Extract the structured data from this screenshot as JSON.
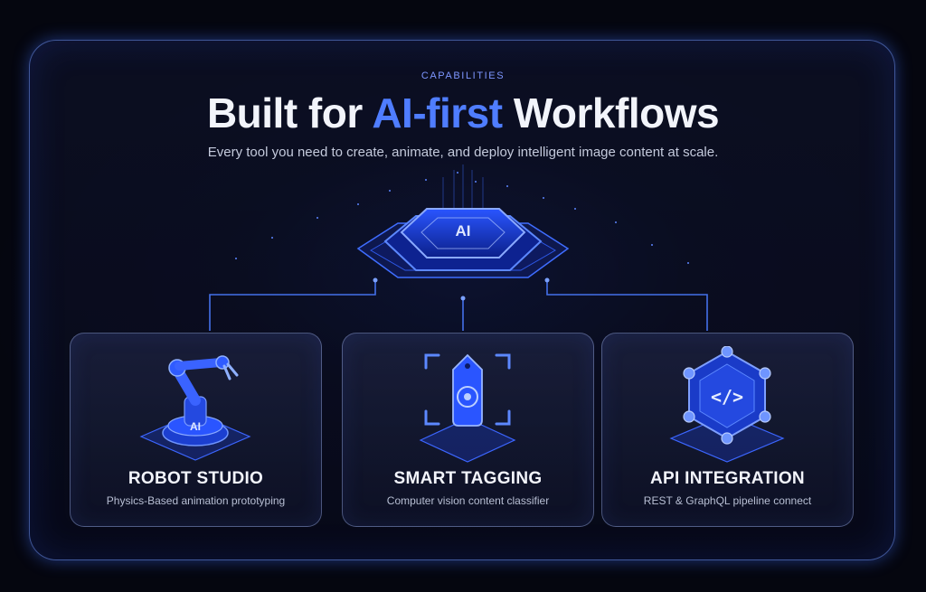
{
  "header": {
    "eyebrow": "CAPABILITIES",
    "title_prefix": "Built for ",
    "title_accent": "AI-first",
    "title_suffix": " Workflows",
    "subtitle": "Every tool you need to create, animate, and deploy intelligent image content at scale."
  },
  "hub": {
    "label": "AI"
  },
  "cards": [
    {
      "title": "ROBOT STUDIO",
      "description": "Physics-Based animation prototyping",
      "icon": "robot-arm-icon",
      "icon_label": "AI"
    },
    {
      "title": "SMART TAGGING",
      "description": "Computer vision content classifier",
      "icon": "tag-scan-icon"
    },
    {
      "title": "API INTEGRATION",
      "description": "REST & GraphQL pipeline connect",
      "icon": "code-network-icon",
      "icon_label": "</>"
    }
  ],
  "colors": {
    "accent": "#4f7dff",
    "glow": "#2f6bff",
    "background": "#05060f"
  }
}
